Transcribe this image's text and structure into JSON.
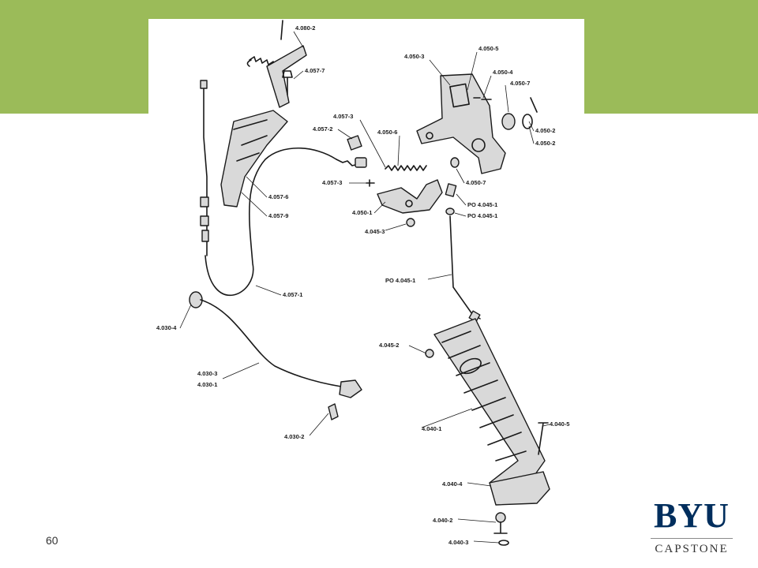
{
  "slide": {
    "page_number": "60",
    "accent_color": "#9bbb59"
  },
  "logo": {
    "wordmark": "BYU",
    "subtitle": "CAPSTONE",
    "color": "#002e5d"
  },
  "diagram": {
    "callouts": [
      "4.080-2",
      "4.057-7",
      "4.050-3",
      "4.050-5",
      "4.050-4",
      "4.050-7",
      "4.050-2",
      "4.050-2",
      "4.057-3",
      "4.057-2",
      "4.050-6",
      "4.057-3",
      "4.050-7",
      "4.057-6",
      "4.057-9",
      "PO 4.045-1",
      "PO 4.045-1",
      "4.050-1",
      "4.045-3",
      "PO 4.045-1",
      "4.057-1",
      "4.030-4",
      "4.045-2",
      "4.030-3",
      "4.030-1",
      "4.040-1",
      "4.040-5",
      "4.030-2",
      "4.040-4",
      "4.040-2",
      "4.040-3"
    ]
  }
}
